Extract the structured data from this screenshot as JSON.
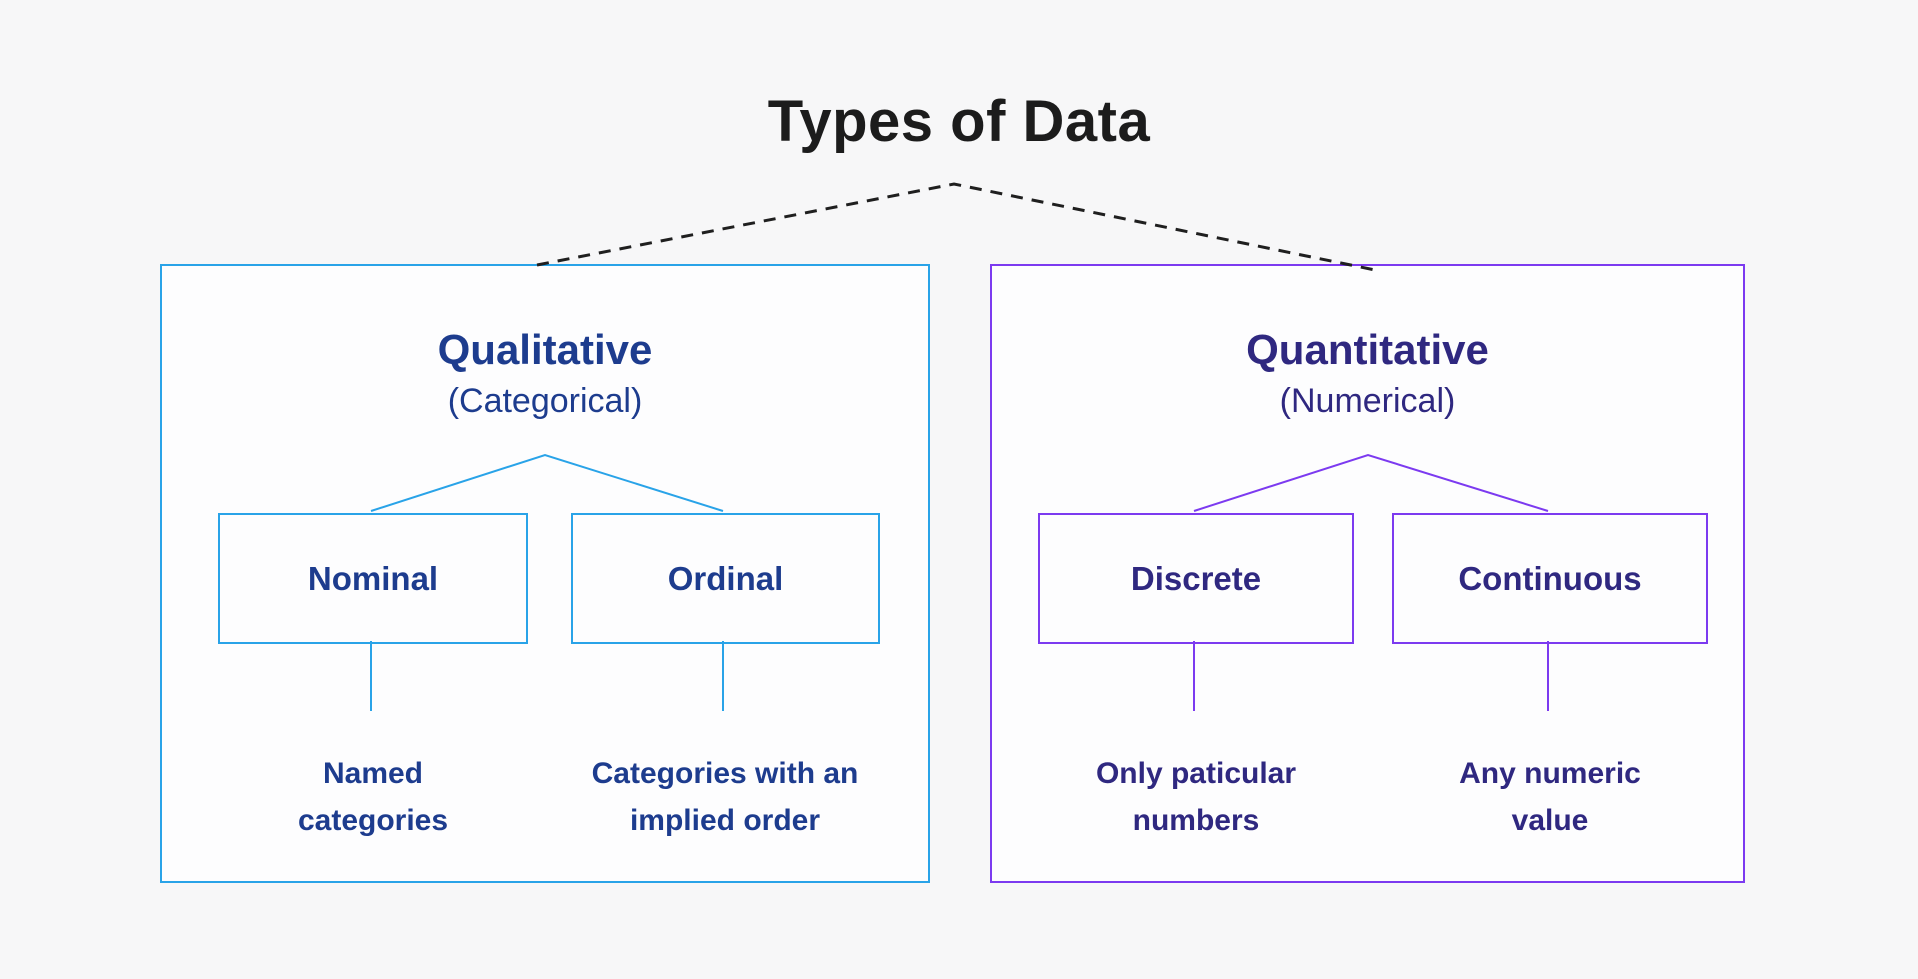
{
  "page": {
    "title": "Types of Data",
    "title_color": "#1c1c1c",
    "background": "#f7f7f8",
    "connector_color": "#1f1f1f"
  },
  "branches": [
    {
      "heading": "Qualitative",
      "subheading": "(Categorical)",
      "accent": "#29a3e8",
      "text_color": "#1d3c8e",
      "children": [
        {
          "label": "Nominal",
          "description": "Named categories"
        },
        {
          "label": "Ordinal",
          "description": "Categories with an implied order"
        }
      ]
    },
    {
      "heading": "Quantitative",
      "subheading": "(Numerical)",
      "accent": "#7c3af0",
      "text_color": "#2f2880",
      "children": [
        {
          "label": "Discrete",
          "description": "Only paticular numbers"
        },
        {
          "label": "Continuous",
          "description": "Any numeric value"
        }
      ]
    }
  ]
}
